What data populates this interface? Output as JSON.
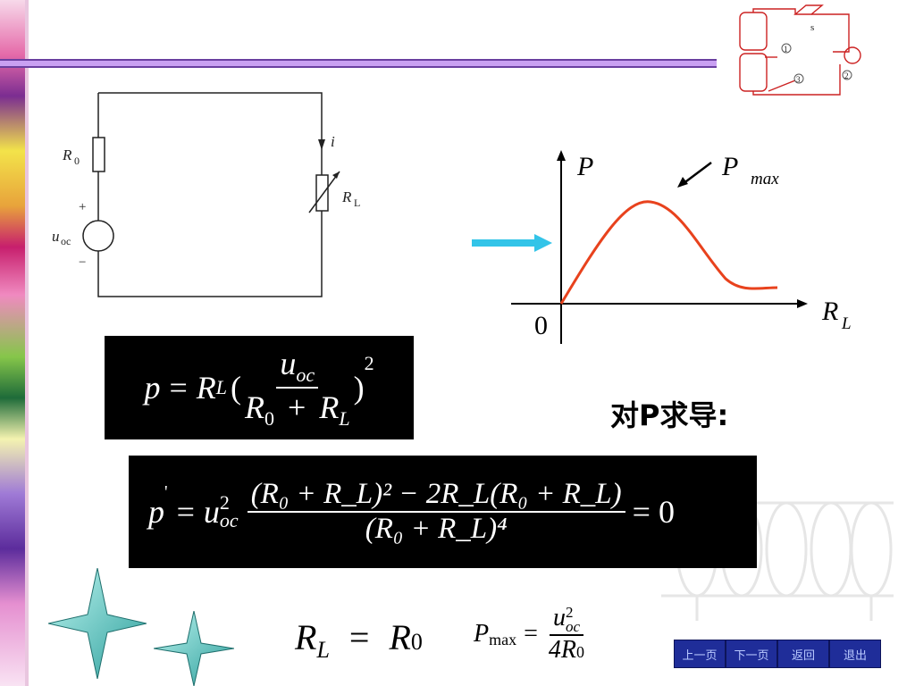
{
  "circuit": {
    "r0_label": "R",
    "r0_sub": "0",
    "uoc_label": "u",
    "uoc_sub": "oc",
    "plus": "+",
    "minus": "−",
    "current_label": "i",
    "rl_label": "R",
    "rl_sub": "L"
  },
  "graph": {
    "y_axis_label": "P",
    "pmax_label": "P",
    "pmax_sub": "max",
    "x_axis_label": "R",
    "x_axis_sub": "L",
    "origin_label": "0",
    "curve_color": "#e8421d",
    "arrow_color": "#33c4e8"
  },
  "corner_diagram": {
    "switch_label": "s",
    "marker_1": "1",
    "marker_2": "2",
    "marker_3": "3"
  },
  "equations": {
    "eq1": {
      "lhs": "p",
      "eq": "=",
      "r": "R",
      "r_sub": "L",
      "num_u": "u",
      "num_sub": "oc",
      "den": "R",
      "den_sub0": "0",
      "plus": "+",
      "den_r2": "R",
      "den_sub_l": "L",
      "exp": "2"
    },
    "derivative_prompt": "对P求导:",
    "eq2": {
      "lhs": "p",
      "prime": "'",
      "eq": "=",
      "u": "u",
      "u_sup": "2",
      "u_sub": "oc",
      "numerator": "(R₀ + R_L)² − 2R_L(R₀ + R_L)",
      "denominator": "(R₀ + R_L)⁴",
      "rhs": "= 0"
    },
    "eq3": {
      "r": "R",
      "r_sub": "L",
      "eq": "=",
      "r0": "R",
      "r0_sub": "0"
    },
    "eq4": {
      "p": "P",
      "p_sub": "max",
      "eq": "=",
      "num_u": "u",
      "num_sup": "2",
      "num_sub": "oc",
      "den": "4R",
      "den_sub": "0"
    }
  },
  "nav": {
    "prev": "上一页",
    "next": "下一页",
    "back": "返回",
    "exit": "退出"
  }
}
